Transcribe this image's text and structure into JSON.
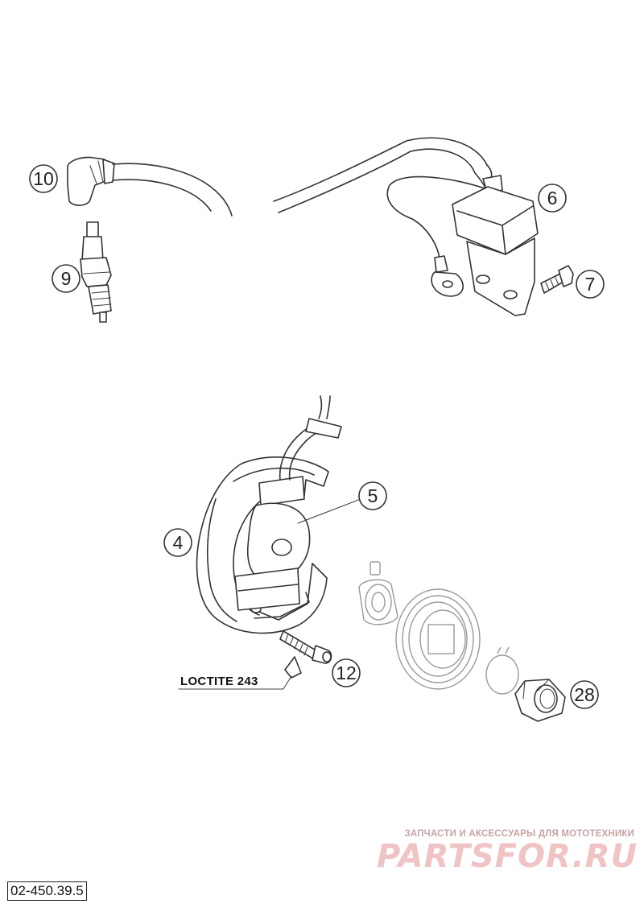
{
  "callouts": [
    {
      "id": "c4",
      "label": "4"
    },
    {
      "id": "c5",
      "label": "5"
    },
    {
      "id": "c6",
      "label": "6"
    },
    {
      "id": "c7",
      "label": "7"
    },
    {
      "id": "c9",
      "label": "9"
    },
    {
      "id": "c10",
      "label": "10"
    },
    {
      "id": "c12",
      "label": "12"
    },
    {
      "id": "c28",
      "label": "28"
    }
  ],
  "note": {
    "text": "LOCTITE 243"
  },
  "watermark": {
    "subtitle": "ЗАПЧАСТИ И АКСЕССУАРЫ ДЛЯ МОТОТЕХНИКИ",
    "brand": "PARTSFOR.RU"
  },
  "drawing_code": "02-450.39.5",
  "colors": {
    "line": "#333333",
    "watermark": "#f0c4c4"
  }
}
